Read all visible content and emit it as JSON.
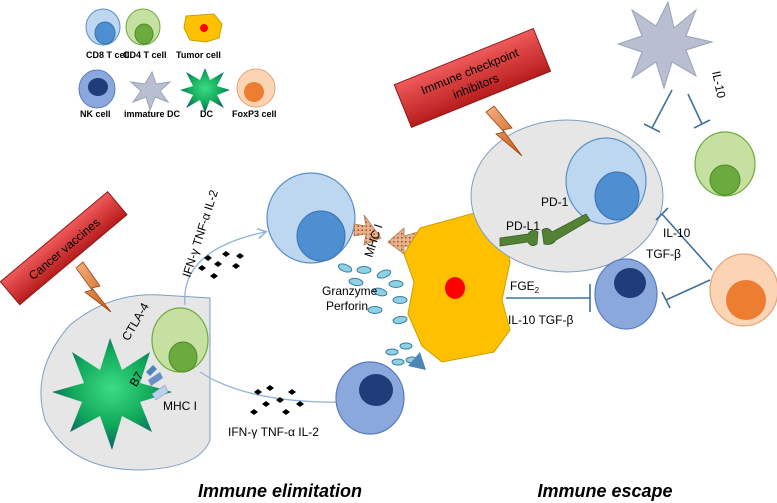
{
  "legend": {
    "cd8": "CD8 T cell",
    "cd4": "CD4 T cell",
    "tumor": "Tumor cell",
    "nk": "NK cell",
    "immature_dc": "immature DC",
    "dc": "DC",
    "foxp3": "FoxP3 cell"
  },
  "banners": {
    "cancer_vaccines": "Cancer vaccines",
    "checkpoint_line1": "Immune checkpoint",
    "checkpoint_line2": "inhibitors"
  },
  "labels": {
    "ctla4": "CTLA-4",
    "b7": "B7",
    "mhc_left": "MHC I",
    "cytokines_upper": "IFN-γ TNF-α IL-2",
    "cytokines_lower": "IFN-γ TNF-α IL-2",
    "mhc_tumor": "MHC I",
    "granzyme": "Granzyme",
    "perforin": "Perforin",
    "pdl1": "PD-L1",
    "pd1": "PD-1",
    "il10_top": "IL-10",
    "il10_right": "IL-10",
    "tgfb_right": "TGF-β",
    "fge2": "FGE",
    "fge2_sub": "2",
    "il10_tgfb": "IL-10 TGF-β"
  },
  "titles": {
    "elimination": "Immune elimitation",
    "escape": "Immune escape"
  },
  "colors": {
    "cd8_outer": "#bcd7ef",
    "cd8_inner": "#4d8fd1",
    "cd4_outer": "#c6e0a2",
    "cd4_inner": "#6bab3e",
    "tumor": "#ffc000",
    "tumor_nucleus": "#ff0000",
    "nk_outer": "#8aa8dc",
    "nk_inner": "#1f3d7a",
    "foxp3_outer": "#fbd4b4",
    "foxp3_inner": "#ed7d31",
    "banner": "#d32f2f",
    "arrow": "#4d86b7",
    "inhibition": "#41719c"
  }
}
